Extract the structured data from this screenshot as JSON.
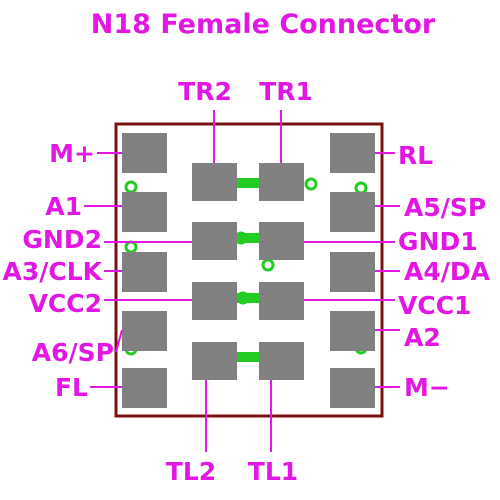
{
  "title": "N18 Female Connector",
  "colors": {
    "label": "#e317e3",
    "pad": "#808080",
    "outline": "#7a1010",
    "trace": "#22cc22",
    "leader": "#e317e3"
  },
  "pins": {
    "tr2": "TR2",
    "tr1": "TR1",
    "m_plus": "M+",
    "rl": "RL",
    "a1": "A1",
    "a5_sp": "A5/SP",
    "gnd2": "GND2",
    "gnd1": "GND1",
    "a3_clk": "A3/CLK",
    "a4_da": "A4/DA",
    "vcc2": "VCC2",
    "vcc1": "VCC1",
    "a6_sp": "A6/SP",
    "a2": "A2",
    "fl": "FL",
    "m_minus": "M−",
    "tl2": "TL2",
    "tl1": "TL1"
  }
}
